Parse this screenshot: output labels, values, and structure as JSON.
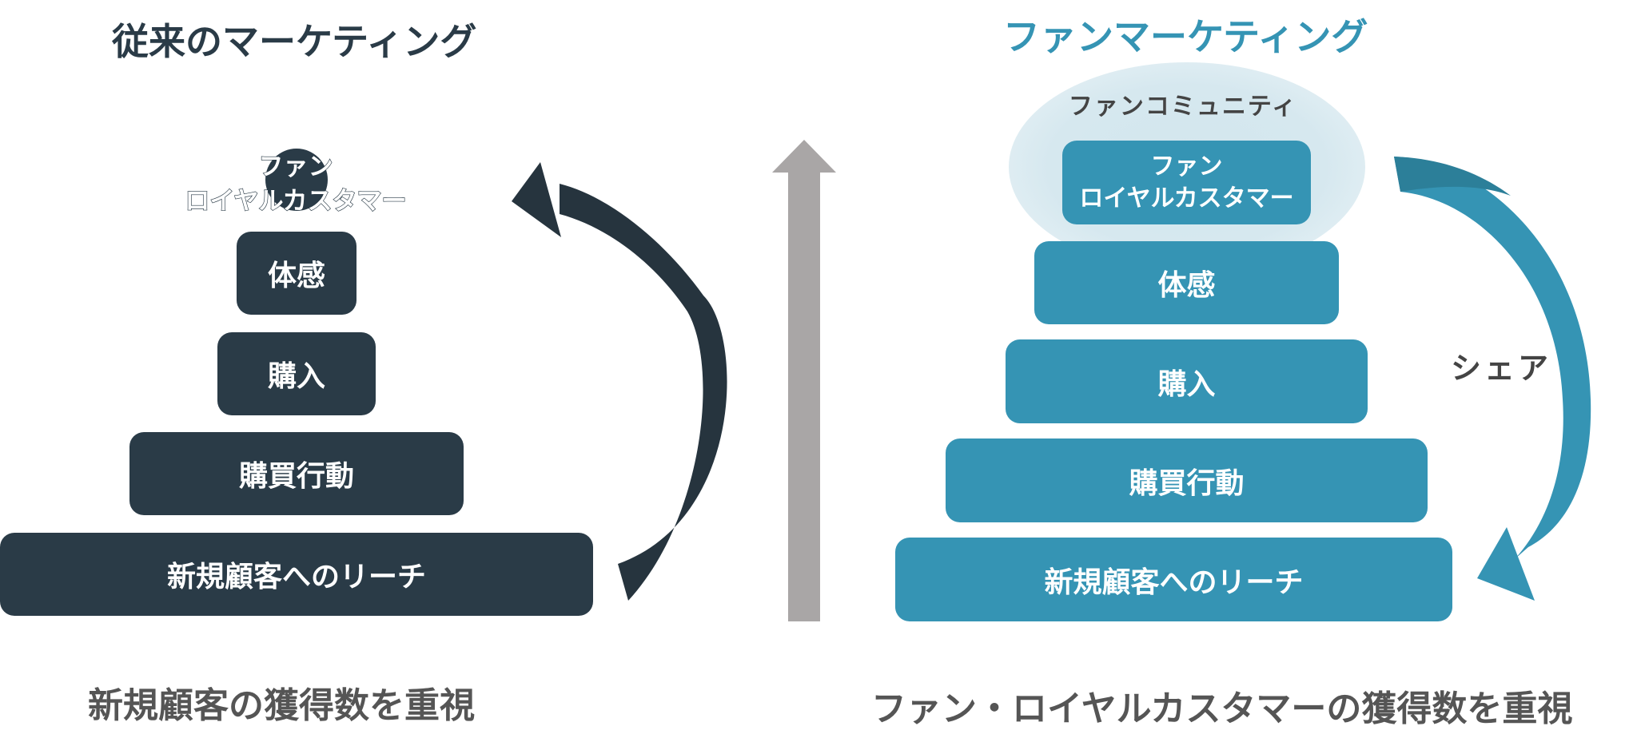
{
  "left": {
    "title": "従来のマーケティング",
    "fan_line1": "ファン",
    "fan_line2": "ロイヤルカスタマー",
    "levels": [
      "体感",
      "購入",
      "購買行動",
      "新規顧客へのリーチ"
    ],
    "caption": "新規顧客の獲得数を重視"
  },
  "right": {
    "title": "ファンマーケティング",
    "community": "ファンコミュニティ",
    "fan_line1": "ファン",
    "fan_line2": "ロイヤルカスタマー",
    "levels": [
      "体感",
      "購入",
      "購買行動",
      "新規顧客へのリーチ"
    ],
    "share_label": "シェア",
    "caption": "ファン・ロイヤルカスタマーの獲得数を重視"
  },
  "colors": {
    "dark": "#2a3b47",
    "teal": "#3594b4",
    "arrow_gray": "#a9a6a6",
    "glow": "#d6e8ef"
  }
}
